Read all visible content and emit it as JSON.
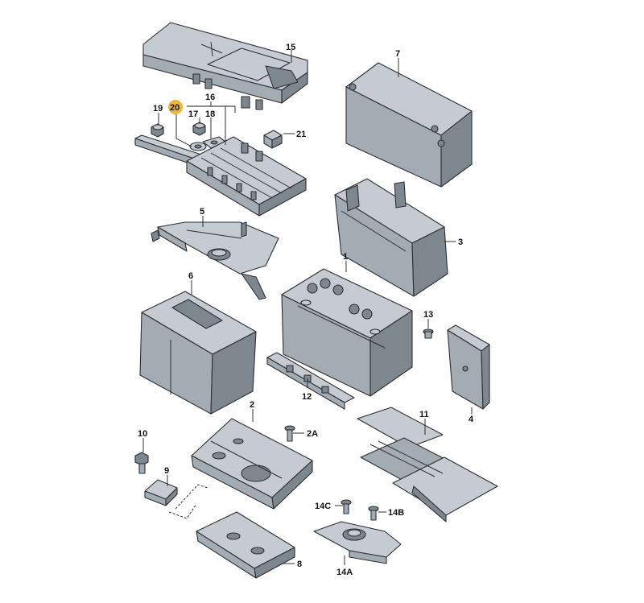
{
  "diagram": {
    "highlight_color": "#f2b632",
    "part_color": "#a4acb3",
    "callouts": [
      {
        "id": "15",
        "label": "15"
      },
      {
        "id": "7",
        "label": "7"
      },
      {
        "id": "19",
        "label": "19"
      },
      {
        "id": "20",
        "label": "20",
        "highlighted": true
      },
      {
        "id": "16",
        "label": "16"
      },
      {
        "id": "17",
        "label": "17"
      },
      {
        "id": "18",
        "label": "18"
      },
      {
        "id": "21",
        "label": "21"
      },
      {
        "id": "5",
        "label": "5"
      },
      {
        "id": "3",
        "label": "3"
      },
      {
        "id": "1",
        "label": "1"
      },
      {
        "id": "6",
        "label": "6"
      },
      {
        "id": "13",
        "label": "13"
      },
      {
        "id": "12",
        "label": "12"
      },
      {
        "id": "4",
        "label": "4"
      },
      {
        "id": "2",
        "label": "2"
      },
      {
        "id": "2A",
        "label": "2A"
      },
      {
        "id": "11",
        "label": "11"
      },
      {
        "id": "10",
        "label": "10"
      },
      {
        "id": "9",
        "label": "9"
      },
      {
        "id": "14C",
        "label": "14C"
      },
      {
        "id": "14B",
        "label": "14B"
      },
      {
        "id": "8",
        "label": "8"
      },
      {
        "id": "14A",
        "label": "14A"
      }
    ]
  }
}
